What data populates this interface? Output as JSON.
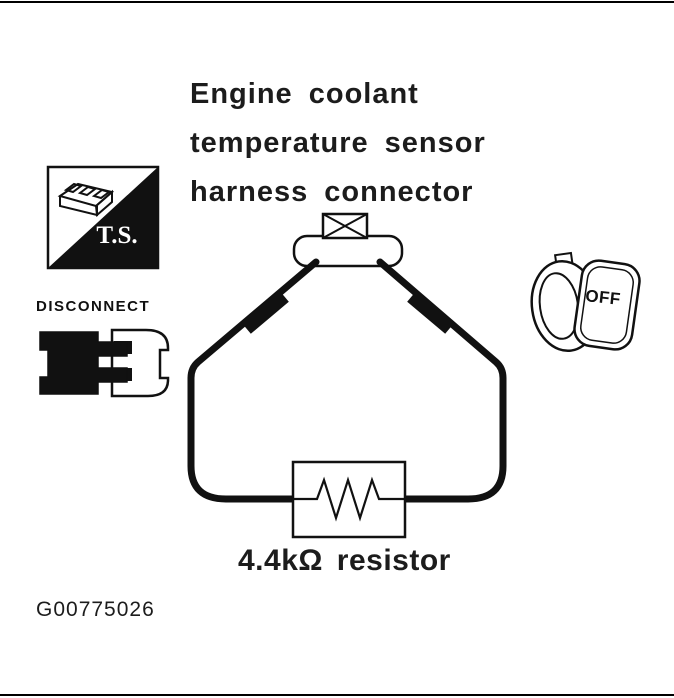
{
  "page": {
    "title": "Engine coolant\ntemperature sensor\nharness connector",
    "resistor_label": "4.4kΩ resistor",
    "figure_id": "G00775026"
  },
  "icons": {
    "test_sensor": {
      "name": "test-sensor-icon",
      "label": "T.S."
    },
    "disconnect": {
      "name": "disconnect-connector-icon",
      "label": "DISCONNECT"
    },
    "ignition_key": {
      "name": "ignition-key-icon",
      "label": "OFF"
    },
    "harness_connector": {
      "name": "harness-connector-symbol"
    },
    "resistor": {
      "name": "resistor-symbol"
    }
  },
  "colors": {
    "ink": "#111111",
    "background": "#ffffff"
  }
}
